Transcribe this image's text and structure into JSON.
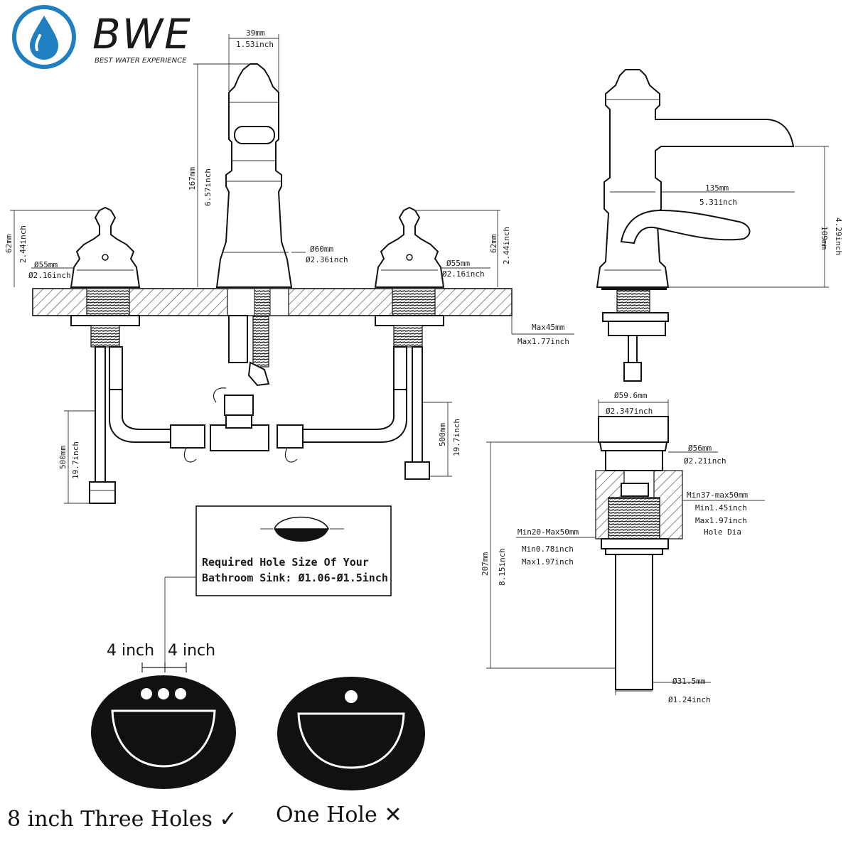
{
  "brand": {
    "name": "BWE",
    "tagline": "BEST WATER EXPERIENCE",
    "color": "#1f7fc0"
  },
  "front_view": {
    "spout_width_mm": "39mm",
    "spout_width_in": "1.53inch",
    "spout_height_mm": "167mm",
    "spout_height_in": "6.57inch",
    "spout_base_mm": "Ø60mm",
    "spout_base_in": "Ø2.36inch",
    "left_handle_height_mm": "62mm",
    "left_handle_height_in": "2.44inch",
    "left_base_mm": "Ø55mm",
    "left_base_in": "Ø2.16inch",
    "right_handle_height_mm": "62mm",
    "right_handle_height_in": "2.44inch",
    "right_base_mm": "Ø55mm",
    "right_base_in": "Ø2.16inch",
    "deck_max_mm": "Max45mm",
    "deck_max_in": "Max1.77inch",
    "left_hose_mm": "500mm",
    "left_hose_in": "19.7inch",
    "right_hose_mm": "500mm",
    "right_hose_in": "19.7inch"
  },
  "side_view": {
    "reach_mm": "135mm",
    "reach_in": "5.31inch",
    "height_mm": "109mm",
    "height_in": "4.29inch"
  },
  "drain": {
    "cap_mm": "Ø59.6mm",
    "cap_in": "Ø2.347inch",
    "flange_mm": "Ø56mm",
    "flange_in": "Ø2.21inch",
    "hole_range_mm": "Min37-max50mm",
    "hole_min_in": "Min1.45inch",
    "hole_max_in": "Max1.97inch",
    "hole_label": "Hole Dia",
    "thick_range_mm": "Min20-Max50mm",
    "thick_min_in": "Min0.78inch",
    "thick_max_in": "Max1.97inch",
    "length_mm": "207mm",
    "length_in": "8.15inch",
    "tail_mm": "Ø31.5mm",
    "tail_in": "Ø1.24inch"
  },
  "hole_info": {
    "line1": "Required Hole Size Of Your",
    "line2": "Bathroom Sink: Ø1.06-Ø1.5inch"
  },
  "sinks": {
    "spacing_left": "4 inch",
    "spacing_right": "4 inch",
    "three_hole_label": "8 inch Three Holes ✓",
    "one_hole_label": "One Hole ✕"
  }
}
